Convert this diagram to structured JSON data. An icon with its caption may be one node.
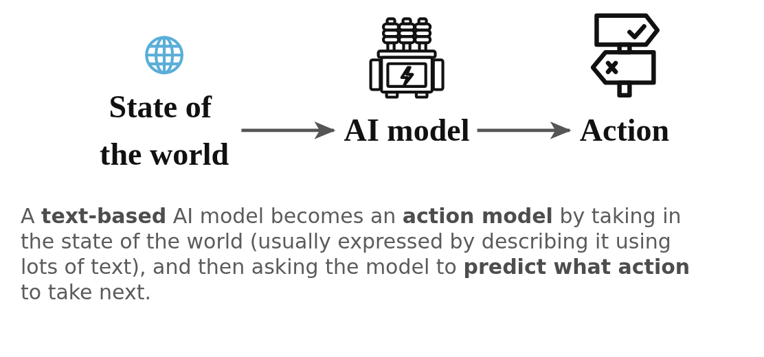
{
  "diagram": {
    "nodes": [
      {
        "text": [
          "State of the world"
        ]
      },
      {
        "text": [
          "AI model"
        ]
      },
      {
        "text": [
          "Action"
        ]
      }
    ],
    "edges": [
      {
        "from": 0,
        "to": 1,
        "arrow": "to"
      },
      {
        "from": 1,
        "to": 2,
        "arrow": "to"
      }
    ],
    "caption": "A **text-based** AI model becomes an **action model** by taking in the state of the world (usually expressed by describing it using lots of text), and then asking the model to **predict what action** to take next."
  }
}
